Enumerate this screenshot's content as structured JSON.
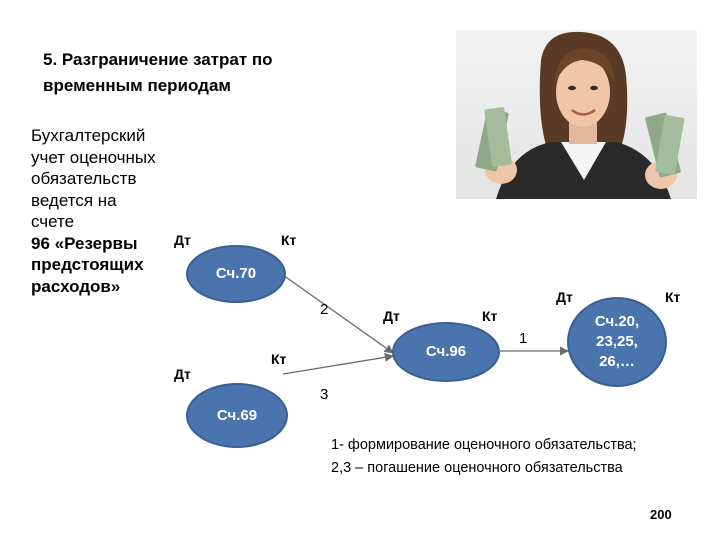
{
  "title": {
    "line1": "5. Разграничение затрат по",
    "line2": "временным периодам"
  },
  "side_text": {
    "lines": [
      "Бухгалтерский",
      "учет оценочных",
      "обязательств",
      "ведется на",
      "счете"
    ],
    "bold_lines": [
      "96 «Резервы",
      "предстоящих",
      "расходов»"
    ]
  },
  "photo": {
    "icon": "woman-holding-money-photo"
  },
  "nodes": {
    "acc70": {
      "label": "Сч.70",
      "debit": "Дт",
      "credit": "Кт"
    },
    "acc69": {
      "label": "Сч.69",
      "debit": "Дт",
      "credit": "Кт"
    },
    "acc96": {
      "label": "Сч.96",
      "debit": "Дт",
      "credit": "Кт"
    },
    "acc20": {
      "line1": "Сч.20,",
      "line2": "23,25,",
      "line3": "26,…",
      "debit": "Дт",
      "credit": "Кт"
    }
  },
  "arrows": {
    "a2": "2",
    "a3": "3",
    "a1": "1"
  },
  "legend": {
    "line1": "1- формирование оценочного обязательства;",
    "line2": "2,3 – погашение оценочного обязательства"
  },
  "page_number": "200",
  "colors": {
    "node_fill": "#4a74ad",
    "node_border": "#3a5f91",
    "arrow": "#6b6b6b"
  }
}
